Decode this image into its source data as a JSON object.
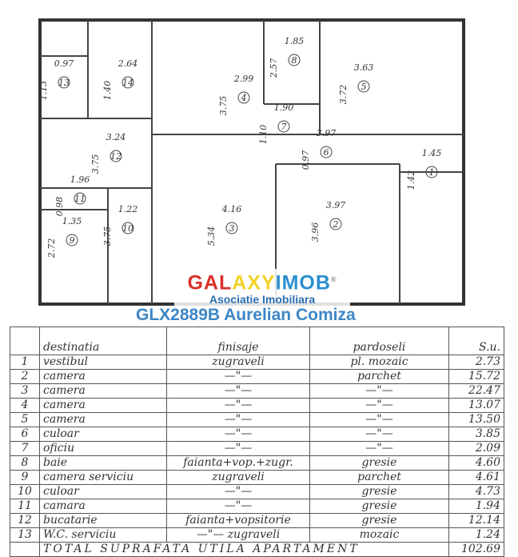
{
  "watermark": {
    "logo": "GALAXYIMOB",
    "logo_parts": [
      "GAL",
      "AXY",
      "IMOB"
    ],
    "registered": "®",
    "subtitle": "Asociatie Imobiliara",
    "listing": "GLX2889B Aurelian Comiza"
  },
  "plan": {
    "rooms": [
      {
        "nr": "1",
        "w": "1.45",
        "h": "1.42"
      },
      {
        "nr": "2",
        "w": "3.97",
        "h": "3.96"
      },
      {
        "nr": "3",
        "w": "4.16",
        "h": "5.34"
      },
      {
        "nr": "4",
        "w": "2.99",
        "h": "3.75"
      },
      {
        "nr": "5",
        "w": "3.63",
        "h": "3.72"
      },
      {
        "nr": "6",
        "w": "3.97",
        "h": "0.97"
      },
      {
        "nr": "7",
        "w": "1.90",
        "h": "1.10"
      },
      {
        "nr": "8",
        "w": "1.85",
        "h": "2.57"
      },
      {
        "nr": "9",
        "w": "1.35",
        "h": "2.72"
      },
      {
        "nr": "10",
        "w": "1.22",
        "h": "3.75"
      },
      {
        "nr": "11",
        "w": "1.96",
        "h": "0.98"
      },
      {
        "nr": "12",
        "w": "3.24",
        "h": "3.75"
      },
      {
        "nr": "13",
        "w": "0.97",
        "h": "1.13"
      },
      {
        "nr": "14",
        "w": "2.64",
        "h": "1.40"
      }
    ]
  },
  "table": {
    "headers": {
      "nr": "",
      "destinatia": "destinatia",
      "finisaje": "finisaje",
      "pardoseli": "pardoseli",
      "su": "S.u."
    },
    "rows": [
      {
        "nr": "1",
        "destinatia": "vestibul",
        "finisaje": "zugraveli",
        "pardoseli": "pl. mozaic",
        "su": "2.73"
      },
      {
        "nr": "2",
        "destinatia": "camera",
        "finisaje": "—\"—",
        "pardoseli": "parchet",
        "su": "15.72"
      },
      {
        "nr": "3",
        "destinatia": "camera",
        "finisaje": "—\"—",
        "pardoseli": "—\"—",
        "su": "22.47"
      },
      {
        "nr": "4",
        "destinatia": "camera",
        "finisaje": "—\"—",
        "pardoseli": "—\"—",
        "su": "13.07"
      },
      {
        "nr": "5",
        "destinatia": "camera",
        "finisaje": "—\"—",
        "pardoseli": "—\"—",
        "su": "13.50"
      },
      {
        "nr": "6",
        "destinatia": "culoar",
        "finisaje": "—\"—",
        "pardoseli": "—\"—",
        "su": "3.85"
      },
      {
        "nr": "7",
        "destinatia": "oficiu",
        "finisaje": "—\"—",
        "pardoseli": "—\"—",
        "su": "2.09"
      },
      {
        "nr": "8",
        "destinatia": "baie",
        "finisaje": "faianta+vop.+zugr.",
        "pardoseli": "gresie",
        "su": "4.60"
      },
      {
        "nr": "9",
        "destinatia": "camera serviciu",
        "finisaje": "zugraveli",
        "pardoseli": "parchet",
        "su": "4.61"
      },
      {
        "nr": "10",
        "destinatia": "culoar",
        "finisaje": "—\"—",
        "pardoseli": "gresie",
        "su": "4.73"
      },
      {
        "nr": "11",
        "destinatia": "camara",
        "finisaje": "—\"—",
        "pardoseli": "gresie",
        "su": "1.94"
      },
      {
        "nr": "12",
        "destinatia": "bucatarie",
        "finisaje": "faianta+vopsitorie",
        "pardoseli": "gresie",
        "su": "12.14"
      },
      {
        "nr": "13",
        "destinatia": "W.C. serviciu",
        "finisaje": "—\"— zugraveli",
        "pardoseli": "mozaic",
        "su": "1.24"
      }
    ],
    "total": {
      "label": "TOTAL SUPRAFATA UTILA APARTAMENT",
      "su": "102.69"
    }
  }
}
